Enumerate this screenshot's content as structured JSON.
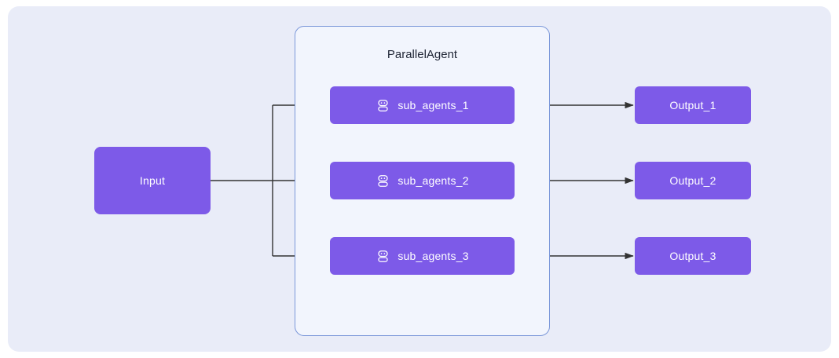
{
  "diagram": {
    "input": {
      "label": "Input"
    },
    "container": {
      "title": "ParallelAgent"
    },
    "sub_agents": [
      {
        "label": "sub_agents_1",
        "icon": "robot-icon"
      },
      {
        "label": "sub_agents_2",
        "icon": "robot-icon"
      },
      {
        "label": "sub_agents_3",
        "icon": "robot-icon"
      }
    ],
    "outputs": [
      {
        "label": "Output_1"
      },
      {
        "label": "Output_2"
      },
      {
        "label": "Output_3"
      }
    ],
    "colors": {
      "node_fill": "#7d5ae8",
      "node_text": "#ffffff",
      "canvas_bg": "#e9ecf8",
      "container_bg": "#f2f5fd",
      "container_border": "#7b97d9",
      "arrow": "#333333",
      "title_text": "#202636"
    }
  }
}
